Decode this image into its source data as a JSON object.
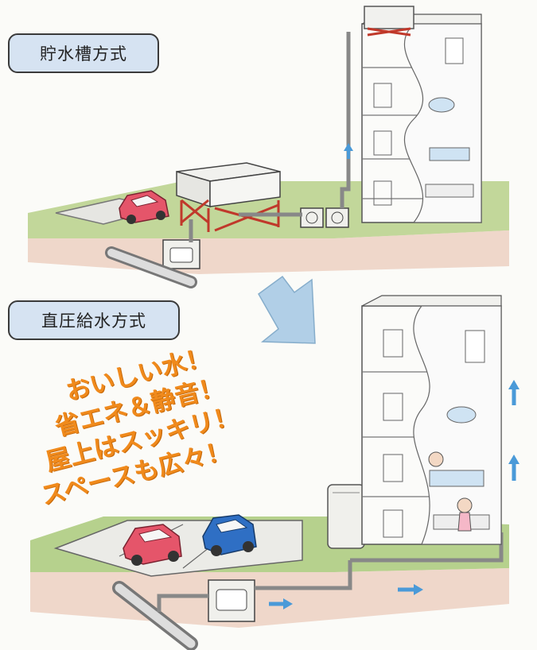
{
  "labels": {
    "top_system": "貯水槽方式",
    "bottom_system": "直圧給水方式"
  },
  "slogans": [
    "おいしい水！",
    "省エネ＆静音！",
    "屋上はスッキリ！",
    "スペースも広々！"
  ],
  "colors": {
    "label_fill": "#d6e3f2",
    "slogan": "#f08a1c",
    "flow_arrow": "#4a9ad8",
    "transition_arrow": "#a9cbe6",
    "lawn": "#a9c97a",
    "car_red": "#e5556a",
    "car_blue": "#2f6fc4",
    "tank_frame": "#c0392b"
  }
}
